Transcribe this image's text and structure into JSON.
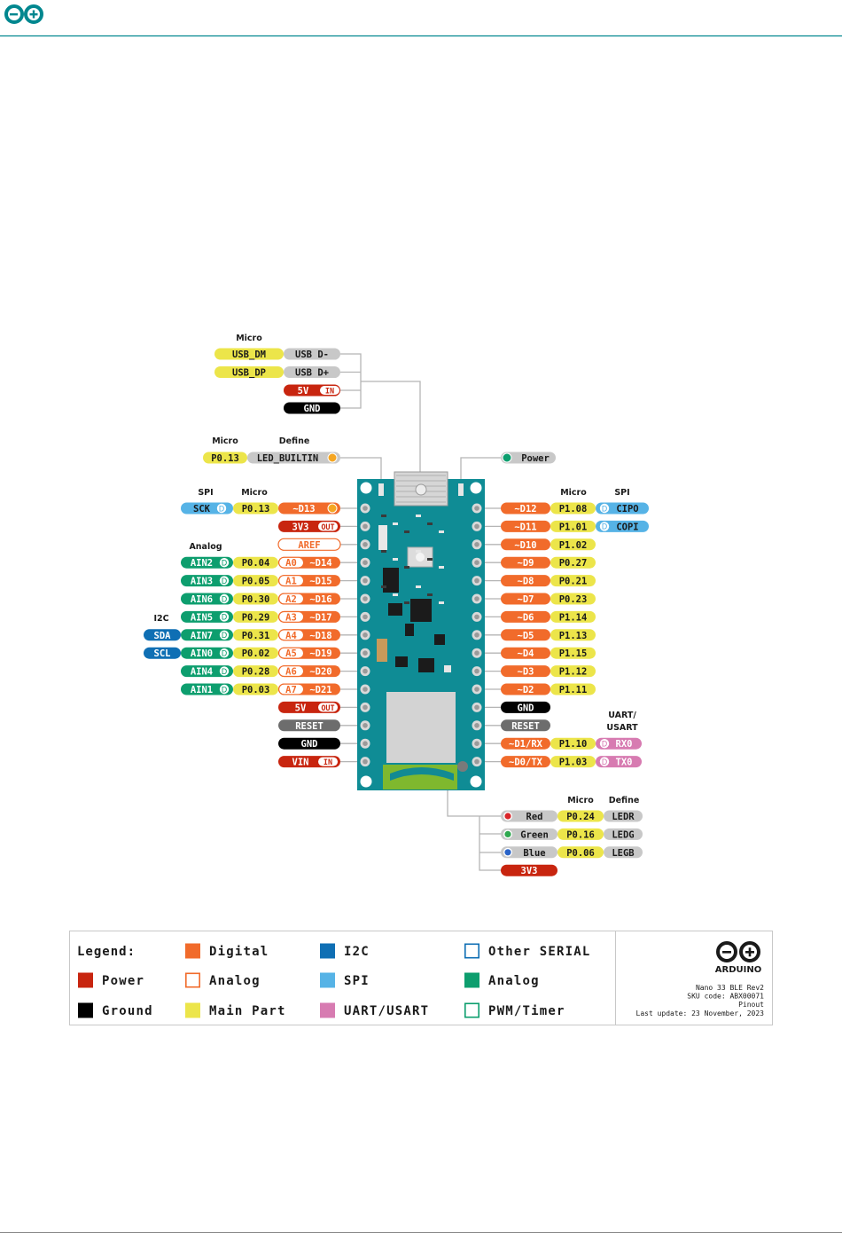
{
  "brand": {
    "logo_icon": "arduino-infinity-logo",
    "accent": "#00878f"
  },
  "colors": {
    "digital": "#f16b2b",
    "power": "#c8250f",
    "ground": "#000000",
    "analog": "#ffffff",
    "main": "#ece54a",
    "i2c": "#0f6fb4",
    "spi": "#56b3e6",
    "uart": "#d77bb1",
    "analog_green": "#0d9e6e",
    "gray": "#c8c8c8",
    "darkgray": "#6d6d6d",
    "board": "#0f8c95"
  },
  "headers": {
    "top_micro": "Micro",
    "led_micro": "Micro",
    "led_define": "Define",
    "left_spi": "SPI",
    "left_micro": "Micro",
    "left_analog": "Analog",
    "left_i2c": "I2C",
    "right_micro": "Micro",
    "right_spi": "SPI",
    "right_uart": "UART/",
    "right_usart": "USART",
    "rgb_micro": "Micro",
    "rgb_define": "Define"
  },
  "usb": {
    "rows": [
      {
        "micro": "USB_DM",
        "name": "USB D-"
      },
      {
        "micro": "USB_DP",
        "name": "USB D+"
      },
      {
        "name": "5V",
        "tag": "IN"
      },
      {
        "name": "GND"
      }
    ]
  },
  "led": {
    "micro": "P0.13",
    "define": "LED_BUILTIN"
  },
  "power_indicator": {
    "label": "Power"
  },
  "left_pins": [
    {
      "spi": "SCK",
      "micro": "P0.13",
      "pin": "~D13"
    },
    {
      "pin": "3V3",
      "tag": "OUT"
    },
    {
      "pin": "AREF"
    },
    {
      "analog": "AIN2",
      "micro": "P0.04",
      "a": "A0",
      "pin": "~D14"
    },
    {
      "analog": "AIN3",
      "micro": "P0.05",
      "a": "A1",
      "pin": "~D15"
    },
    {
      "analog": "AIN6",
      "micro": "P0.30",
      "a": "A2",
      "pin": "~D16"
    },
    {
      "analog": "AIN5",
      "micro": "P0.29",
      "a": "A3",
      "pin": "~D17"
    },
    {
      "i2c": "SDA",
      "analog": "AIN7",
      "micro": "P0.31",
      "a": "A4",
      "pin": "~D18"
    },
    {
      "i2c": "SCL",
      "analog": "AIN0",
      "micro": "P0.02",
      "a": "A5",
      "pin": "~D19"
    },
    {
      "analog": "AIN4",
      "micro": "P0.28",
      "a": "A6",
      "pin": "~D20"
    },
    {
      "analog": "AIN1",
      "micro": "P0.03",
      "a": "A7",
      "pin": "~D21"
    },
    {
      "pin": "5V",
      "tag": "OUT"
    },
    {
      "pin": "RESET"
    },
    {
      "pin": "GND"
    },
    {
      "pin": "VIN",
      "tag": "IN"
    }
  ],
  "right_pins": [
    {
      "pin": "~D12",
      "micro": "P1.08",
      "spi": "CIPO"
    },
    {
      "pin": "~D11",
      "micro": "P1.01",
      "spi": "COPI"
    },
    {
      "pin": "~D10",
      "micro": "P1.02"
    },
    {
      "pin": "~D9",
      "micro": "P0.27"
    },
    {
      "pin": "~D8",
      "micro": "P0.21"
    },
    {
      "pin": "~D7",
      "micro": "P0.23"
    },
    {
      "pin": "~D6",
      "micro": "P1.14"
    },
    {
      "pin": "~D5",
      "micro": "P1.13"
    },
    {
      "pin": "~D4",
      "micro": "P1.15"
    },
    {
      "pin": "~D3",
      "micro": "P1.12"
    },
    {
      "pin": "~D2",
      "micro": "P1.11"
    },
    {
      "pin": "GND"
    },
    {
      "pin": "RESET"
    },
    {
      "pin": "~D1/RX",
      "micro": "P1.10",
      "uart": "RX0"
    },
    {
      "pin": "~D0/TX",
      "micro": "P1.03",
      "uart": "TX0"
    }
  ],
  "rgb": [
    {
      "name": "Red",
      "micro": "P0.24",
      "define": "LEDR"
    },
    {
      "name": "Green",
      "micro": "P0.16",
      "define": "LEDG"
    },
    {
      "name": "Blue",
      "micro": "P0.06",
      "define": "LEGB"
    },
    {
      "name": "3V3"
    }
  ],
  "badge_letter": "D",
  "legend": {
    "title": "Legend:",
    "items": [
      {
        "label": "Digital",
        "swatch": "#f16b2b",
        "style": "fill"
      },
      {
        "label": "I2C",
        "swatch": "#0f6fb4",
        "style": "fill"
      },
      {
        "label": "Other SERIAL",
        "swatch": "#0f6fb4",
        "style": "outline"
      },
      {
        "label": "Power",
        "swatch": "#c8250f",
        "style": "fill"
      },
      {
        "label": "Analog",
        "swatch": "#f16b2b",
        "style": "outline"
      },
      {
        "label": "SPI",
        "swatch": "#56b3e6",
        "style": "fill"
      },
      {
        "label": "Analog",
        "swatch": "#0d9e6e",
        "style": "fill"
      },
      {
        "label": "Ground",
        "swatch": "#000000",
        "style": "fill"
      },
      {
        "label": "Main Part",
        "swatch": "#ece54a",
        "style": "fill"
      },
      {
        "label": "UART/USART",
        "swatch": "#d77bb1",
        "style": "fill"
      },
      {
        "label": "PWM/Timer",
        "swatch": "#0d9e6e",
        "style": "outline"
      }
    ]
  },
  "product": {
    "logo_text": "ARDUINO",
    "name": "Nano 33 BLE Rev2",
    "sku": "SKU code: ABX00071",
    "doc": "Pinout",
    "updated": "Last update: 23 November, 2023"
  }
}
